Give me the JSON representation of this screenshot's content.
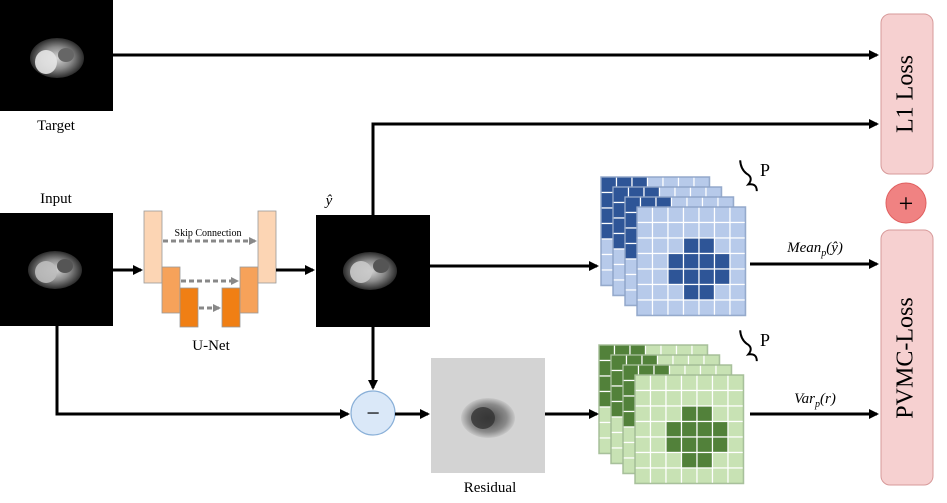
{
  "labels": {
    "target": "Target",
    "input": "Input",
    "y_hat": "ŷ",
    "unet": "U-Net",
    "skip_connection": "Skip Connection",
    "residual": "Residual",
    "mean_label": "Meanp(ŷ)",
    "var_label": "Varp(r)",
    "p_upper": "P",
    "p_lower": "P",
    "l1_loss": "L1 Loss",
    "pvmc_loss": "PVMC-Loss",
    "plus": "+",
    "minus": "−"
  },
  "colors": {
    "blue_grid_light": "#b7caea",
    "blue_grid_dark": "#2e5597",
    "green_grid_light": "#c8e2b4",
    "green_grid_dark": "#52813a",
    "unet_light": "#fcd5b4",
    "unet_mid": "#f6a25a",
    "unet_dark": "#f07f14",
    "loss_box": "#f6d0d0",
    "plus_circle": "#f08282",
    "minus_circle": "#dae8f8"
  },
  "icons": {
    "plus": "plus-icon",
    "minus": "minus-icon",
    "brace": "curly-brace-icon"
  }
}
